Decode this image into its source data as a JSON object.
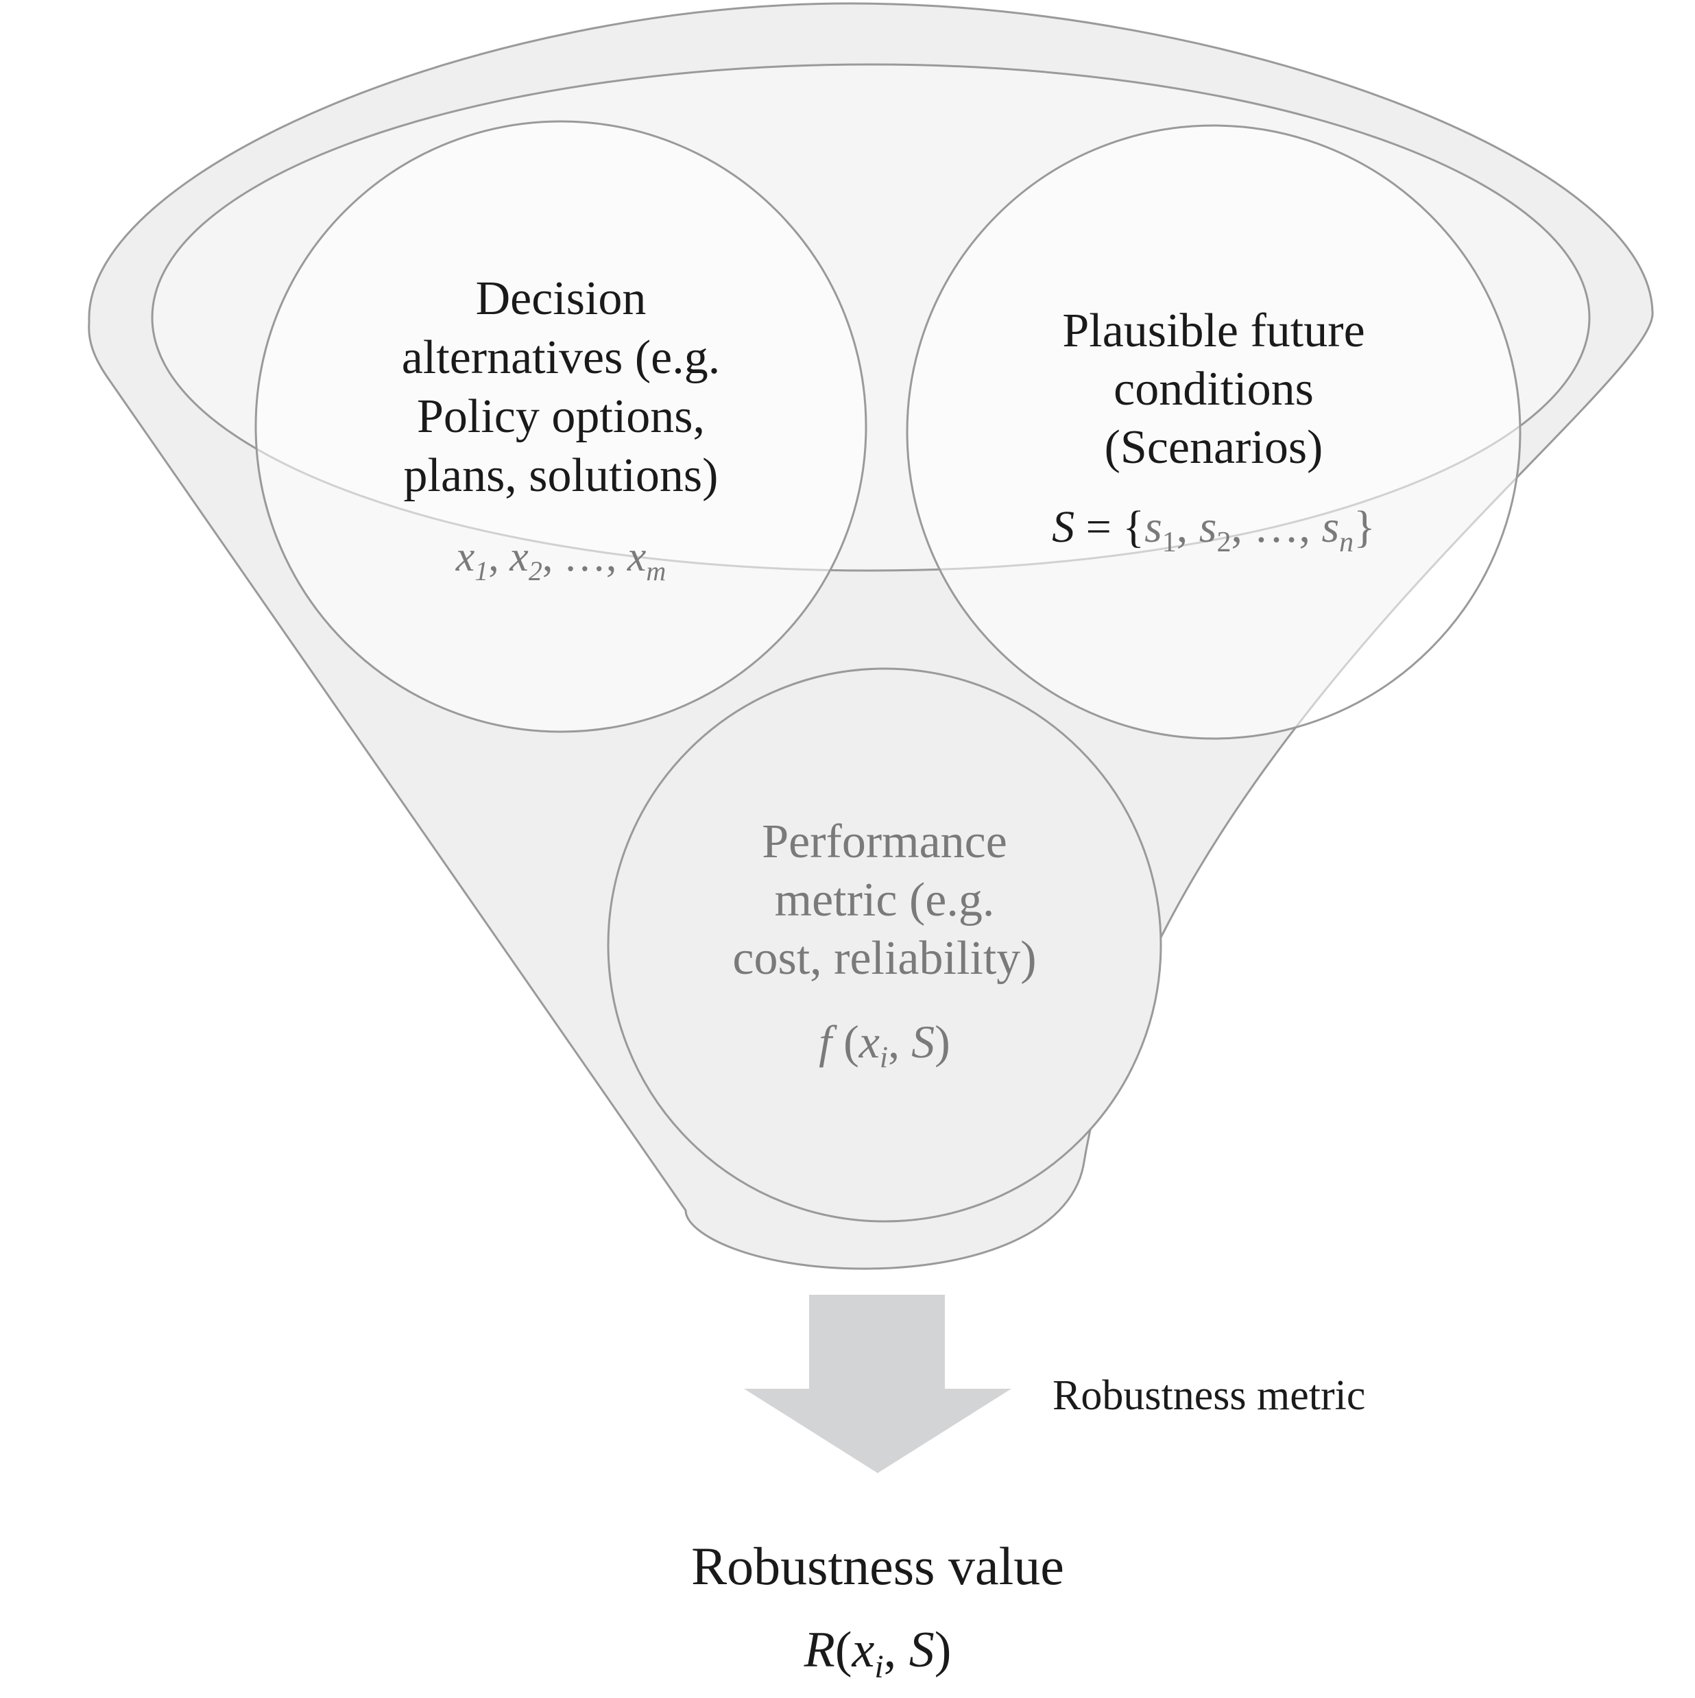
{
  "diagram": {
    "decision_circle": {
      "lines": [
        "Decision",
        "alternatives (e.g.",
        "Policy options,",
        "plans, solutions)"
      ],
      "variable": {
        "base": "x",
        "sub1": "1",
        "sub2": "2",
        "subm": "m",
        "sep": ", ",
        "ellipsis": "…"
      }
    },
    "scenario_circle": {
      "lines": [
        "Plausible future",
        "conditions",
        "(Scenarios)"
      ],
      "formula": {
        "lhs": "S",
        "eq": " = {",
        "base": "s",
        "sub1": "1",
        "sub2": "2",
        "subn": "n",
        "sep": ", ",
        "ellipsis": "…",
        "close": "}"
      }
    },
    "performance_circle": {
      "lines": [
        "Performance",
        "metric (e.g.",
        "cost, reliability)"
      ],
      "formula": {
        "f": "f",
        "open": " (",
        "x": "x",
        "sub": "i",
        "comma": ", ",
        "S": "S",
        "close": ")"
      }
    },
    "arrow_label": "Robustness metric",
    "result": {
      "title": "Robustness value",
      "formula": {
        "R": "R",
        "open": "(",
        "x": "x",
        "sub": "i",
        "comma": ", ",
        "S": "S",
        "close": ")"
      }
    },
    "colors": {
      "funnel_fill": "#efefef",
      "outline": "#9a9a9a",
      "arrow": "#d3d4d6",
      "text_dark": "#1a1a1a",
      "text_grey": "#7a7a7a"
    }
  }
}
